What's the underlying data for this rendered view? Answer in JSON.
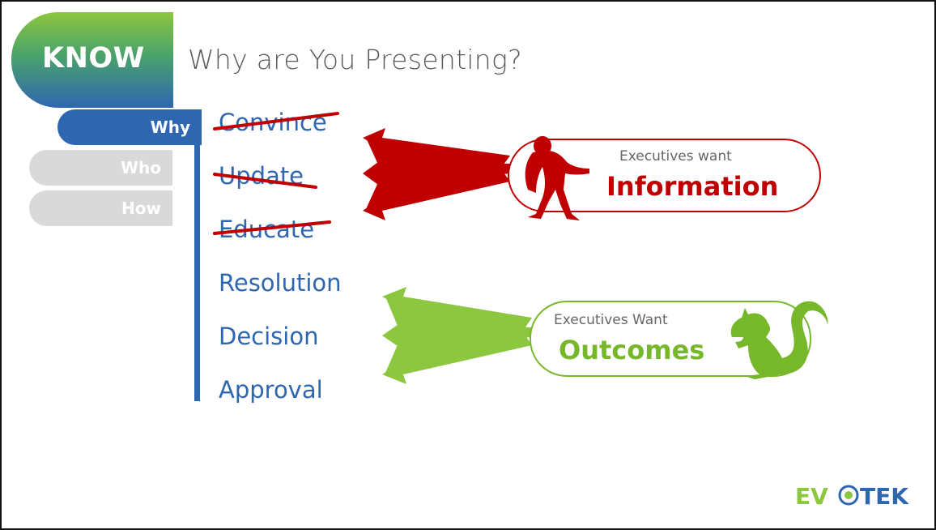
{
  "header": {
    "badge_label": "KNOW",
    "title": "Why are You Presenting?"
  },
  "tabs": [
    {
      "label": "Why",
      "active": true
    },
    {
      "label": "Who",
      "active": false
    },
    {
      "label": "How",
      "active": false
    }
  ],
  "list": [
    {
      "label": "Convince",
      "struck": true
    },
    {
      "label": "Update",
      "struck": true
    },
    {
      "label": "Educate",
      "struck": true
    },
    {
      "label": "Resolution",
      "struck": false
    },
    {
      "label": "Decision",
      "struck": false
    },
    {
      "label": "Approval",
      "struck": false
    }
  ],
  "callouts": {
    "information": {
      "subtitle": "Executives want",
      "headline": "Information",
      "figure": "bigfoot-icon",
      "color": "#c00000"
    },
    "outcomes": {
      "subtitle": "Executives Want",
      "headline": "Outcomes",
      "figure": "squirrel-icon",
      "color": "#76b82a"
    }
  },
  "logo": {
    "text": "EVOTEK"
  },
  "colors": {
    "brand_blue": "#2f66b0",
    "brand_green": "#8dc63f",
    "accent_red": "#c00000",
    "accent_green": "#76b82a",
    "inactive_tab": "#d9d9d9"
  }
}
